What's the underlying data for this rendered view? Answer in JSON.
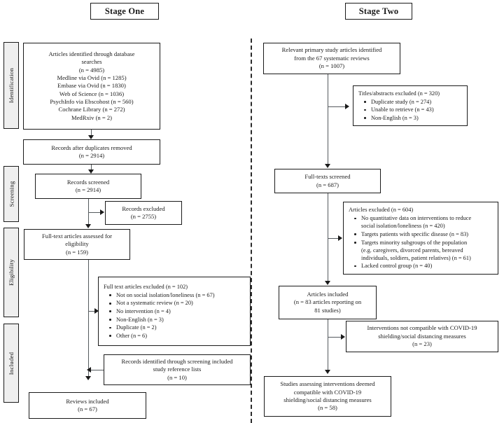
{
  "figure": {
    "type": "prisma-flow-diagram",
    "stages": [
      "Stage One",
      "Stage Two"
    ]
  },
  "stage_one": {
    "title": "Stage One",
    "phases": [
      "Identification",
      "Screening",
      "Eligibility",
      "Included"
    ],
    "identified": {
      "lines": [
        "Articles identified through database",
        "searches",
        "(n = 4985)",
        "Medline via Ovid (n = 1285)",
        "Embase via Ovid (n = 1830)",
        "Web of Science (n = 1036)",
        "PsychInfo via Ebscohost (n = 560)",
        "Cochrane Library (n = 272)",
        "MedRxiv (n = 2)"
      ]
    },
    "after_duplicates": {
      "lines": [
        "Records after duplicates removed",
        "(n = 2914)"
      ]
    },
    "screened": {
      "lines": [
        "Records screened",
        "(n = 2914)"
      ]
    },
    "records_excluded": {
      "lines": [
        "Records excluded",
        "(n = 2755)"
      ]
    },
    "fulltext_assessed": {
      "lines": [
        "Full-text articles assessed for",
        "eligibility",
        "(n = 159)"
      ]
    },
    "fulltext_excluded": {
      "head": "Full text articles excluded (n = 102)",
      "items": [
        "Not on social isolation/loneliness (n = 67)",
        "Not a systematic review (n = 20)",
        "No intervention (n = 4)",
        "Non-English (n = 3)",
        "Duplicate (n = 2)",
        "Other (n = 6)"
      ]
    },
    "reference_lists": {
      "lines": [
        "Records identified through screening included",
        "study reference lists",
        "(n = 10)"
      ]
    },
    "reviews_included": {
      "lines": [
        "Reviews included",
        "(n = 67)"
      ]
    }
  },
  "stage_two": {
    "title": "Stage Two",
    "relevant_primary": {
      "lines": [
        "Relevant primary study articles identified",
        "from the 67 systematic reviews",
        "(n = 1007)"
      ]
    },
    "titles_excluded": {
      "head": "Titles/abstracts excluded (n = 320)",
      "items": [
        "Duplicate study (n = 274)",
        "Unable to retrieve (n = 43)",
        "Non-English (n = 3)"
      ]
    },
    "fulltexts_screened": {
      "lines": [
        "Full-texts screened",
        "(n = 687)"
      ]
    },
    "articles_excluded": {
      "head": "Articles excluded (n = 604)",
      "items": [
        [
          "No quantitative data on interventions to reduce",
          "social isolation/loneliness (n = 420)"
        ],
        [
          "Targets patients with specific disease (n = 83)"
        ],
        [
          "Targets minority subgroups of the population",
          "(e.g. caregivers, divorced parents, bereaved",
          "individuals, soldiers, patient relatives) (n = 61)"
        ],
        [
          "Lacked control group (n = 40)"
        ]
      ]
    },
    "articles_included": {
      "lines": [
        "Articles included",
        "(n = 83 articles reporting on",
        "81 studies)"
      ]
    },
    "not_compatible": {
      "lines": [
        "Interventions not compatible with COVID-19",
        "shielding/social distancing measures",
        "(n = 23)"
      ]
    },
    "compatible": {
      "lines": [
        "Studies assessing interventions deemed",
        "compatible with COVID-19",
        "shielding/social distancing measures",
        "(n = 58)"
      ]
    }
  },
  "colors": {
    "box_border": "#1a1a1a",
    "phase_fill": "#efefef",
    "connector": "#555a5e",
    "background": "#ffffff"
  }
}
